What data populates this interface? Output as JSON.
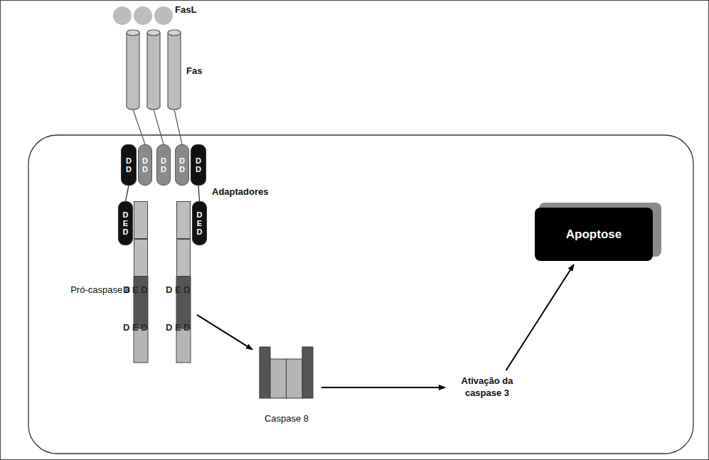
{
  "diagram": {
    "nodes": [
      {
        "text": [
          "D D"
        ]
      },
      {
        "text": [
          "D D"
        ]
      },
      {
        "text": [
          "D D"
        ]
      },
      {
        "text": [
          "D D"
        ]
      },
      {
        "text": [
          "D D"
        ]
      },
      {
        "text": [
          "D E D"
        ]
      },
      {
        "text": [
          "Pró-caspase 8"
        ]
      },
      {
        "text": [
          "D E D"
        ],
        "in": 6
      },
      {
        "text": [
          "D E D"
        ],
        "in": 6
      },
      {
        "text": [
          "D E D"
        ],
        "in": 6
      },
      {
        "text": [
          "D E D"
        ],
        "in": 6
      },
      {
        "text": [
          "D E D"
        ]
      },
      {
        "text": [
          "Apoptose"
        ]
      },
      {
        "text": [
          "Caspase 8"
        ]
      },
      {
        "text": [
          "Ativação da caspase 3"
        ]
      }
    ],
    "edges": [
      {
        "from": 0,
        "to": 5,
        "arrow": "none"
      },
      {
        "from": 4,
        "to": 11,
        "arrow": "none"
      },
      {
        "from": 6,
        "to": 13,
        "arrow": "to"
      },
      {
        "from": 13,
        "to": 14,
        "arrow": "to"
      },
      {
        "from": 14,
        "to": 12,
        "arrow": "to"
      }
    ],
    "labels": [
      "FasL",
      "Fas",
      "Adaptadores"
    ]
  }
}
